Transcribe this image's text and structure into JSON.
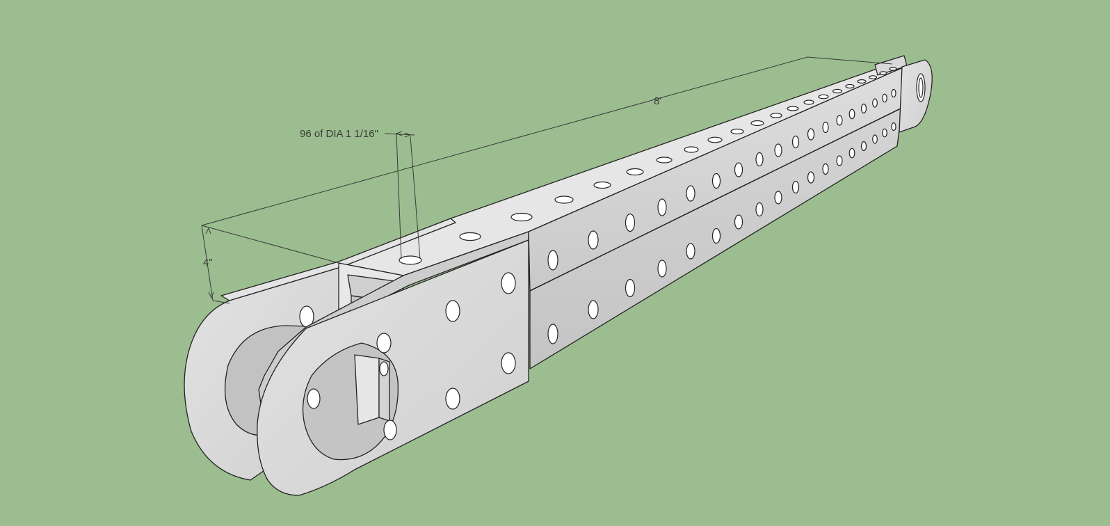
{
  "dimensions": {
    "overall_length": "8'",
    "height": "4\"",
    "hole_callout": "96 of DIA 1 1/16\""
  },
  "colors": {
    "background": "#9bbd8f",
    "top_face": "#e7e7e7",
    "side_face": "#d2d2d2",
    "plate_face": "#dcdcdc",
    "dark_face": "#b9b9b9",
    "edge": "#222222",
    "dimension": "#3a3a3a"
  }
}
